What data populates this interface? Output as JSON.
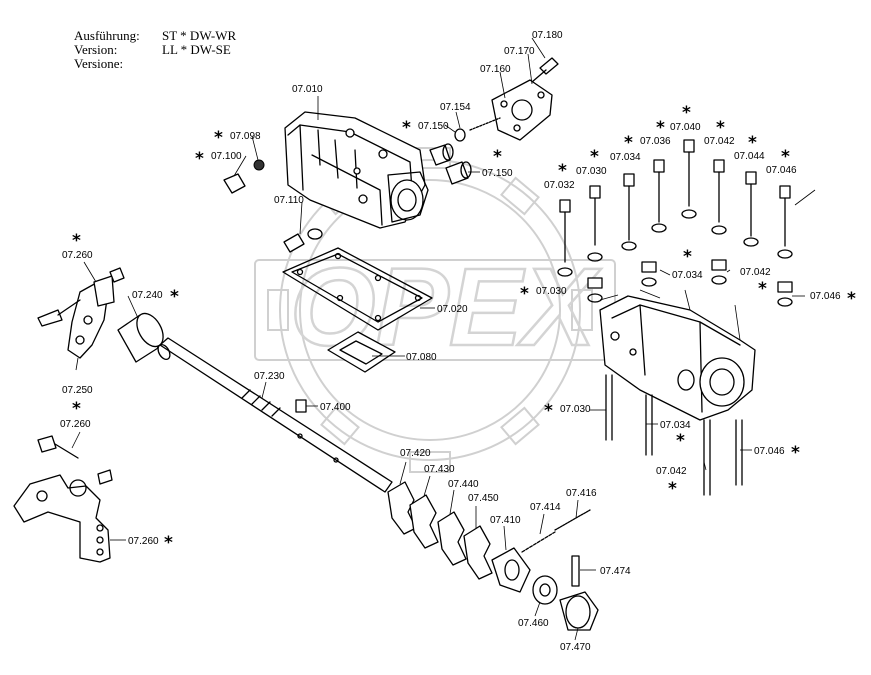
{
  "header": {
    "line1_key": "Ausführung:",
    "line1_val": "ST * DW-WR",
    "line2_key": "Version:",
    "line2_val": "LL * DW-SE",
    "line3_key": "Versione:"
  },
  "watermark": {
    "text": "OPEX"
  },
  "labels": [
    {
      "id": "07180",
      "text": "07.180"
    },
    {
      "id": "07170",
      "text": "07.170"
    },
    {
      "id": "07160",
      "text": "07.160"
    },
    {
      "id": "07010",
      "text": "07.010"
    },
    {
      "id": "07154",
      "text": "07.154"
    },
    {
      "id": "07150a",
      "text": "07.150"
    },
    {
      "id": "07150b",
      "text": "07.150"
    },
    {
      "id": "07098",
      "text": "07.098"
    },
    {
      "id": "07100",
      "text": "07.100"
    },
    {
      "id": "07110",
      "text": "07.110"
    },
    {
      "id": "07040",
      "text": "07.040"
    },
    {
      "id": "07042a",
      "text": "07.042"
    },
    {
      "id": "07036",
      "text": "07.036"
    },
    {
      "id": "07034a",
      "text": "07.034"
    },
    {
      "id": "07030a",
      "text": "07.030"
    },
    {
      "id": "07032",
      "text": "07.032"
    },
    {
      "id": "07044",
      "text": "07.044"
    },
    {
      "id": "07046a",
      "text": "07.046"
    },
    {
      "id": "07034b",
      "text": "07.034"
    },
    {
      "id": "07042b",
      "text": "07.042"
    },
    {
      "id": "07030b",
      "text": "07.030"
    },
    {
      "id": "07046b",
      "text": "07.046"
    },
    {
      "id": "07020",
      "text": "07.020"
    },
    {
      "id": "07080",
      "text": "07.080"
    },
    {
      "id": "07260a",
      "text": "07.260"
    },
    {
      "id": "07240",
      "text": "07.240"
    },
    {
      "id": "07250",
      "text": "07.250"
    },
    {
      "id": "07230",
      "text": "07.230"
    },
    {
      "id": "07400",
      "text": "07.400"
    },
    {
      "id": "07260b",
      "text": "07.260"
    },
    {
      "id": "07030c",
      "text": "07.030"
    },
    {
      "id": "07034c",
      "text": "07.034"
    },
    {
      "id": "07046c",
      "text": "07.046"
    },
    {
      "id": "07042c",
      "text": "07.042"
    },
    {
      "id": "07420",
      "text": "07.420"
    },
    {
      "id": "07430",
      "text": "07.430"
    },
    {
      "id": "07440",
      "text": "07.440"
    },
    {
      "id": "07450",
      "text": "07.450"
    },
    {
      "id": "07416",
      "text": "07.416"
    },
    {
      "id": "07414",
      "text": "07.414"
    },
    {
      "id": "07410",
      "text": "07.410"
    },
    {
      "id": "07270",
      "text": "07.260"
    },
    {
      "id": "07474",
      "text": "07.474"
    },
    {
      "id": "07460",
      "text": "07.460"
    },
    {
      "id": "07470",
      "text": "07.470"
    }
  ],
  "marker": {
    "symbol": "*"
  }
}
